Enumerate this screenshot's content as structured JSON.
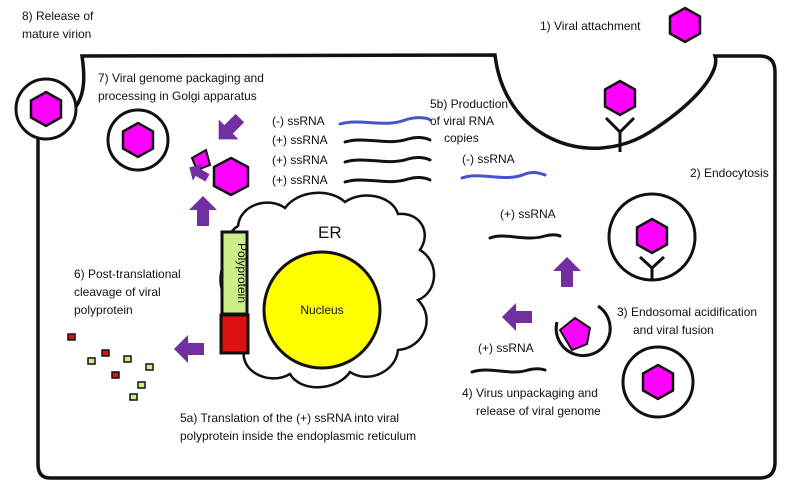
{
  "diagram": {
    "steps": {
      "s1": "1) Viral attachment",
      "s2": "2) Endocytosis",
      "s3_line1": "3) Endosomal acidification",
      "s3_line2": "and viral fusion",
      "s4_line1": "4) Virus unpackaging and",
      "s4_line2": "release of viral genome",
      "s5a_line1": "5a) Translation of the (+) ssRNA into viral",
      "s5a_line2": "polyprotein inside the endoplasmic reticulum",
      "s5b_line1": "5b) Production",
      "s5b_line2": "of viral RNA",
      "s5b_line3": "copies",
      "s6_line1": "6) Post-translational",
      "s6_line2": "cleavage of viral",
      "s6_line3": "polyprotein",
      "s7_line1": "7) Viral genome packaging and",
      "s7_line2": "processing in Golgi apparatus",
      "s8_line1": "8) Release of",
      "s8_line2": "mature virion"
    },
    "rna_labels": {
      "top_1": "(-) ssRNA",
      "top_2": "(+) ssRNA",
      "top_3": "(+) ssRNA",
      "top_4": "(+) ssRNA",
      "minus_copy": "(-) ssRNA",
      "plus_mid": "(+) ssRNA",
      "plus_low": "(+) ssRNA"
    },
    "organelles": {
      "er": "ER",
      "nucleus": "Nucleus",
      "polyprotein": "Polyprotein"
    },
    "colors": {
      "virion": "#ff00ff",
      "arrow": "#7030a0",
      "nucleus": "#ffff00",
      "minus_rna": "#4455cc",
      "plus_rna": "#111111",
      "polyprotein_fill": "#ccee88",
      "polyprotein_red": "#dd1111"
    }
  }
}
